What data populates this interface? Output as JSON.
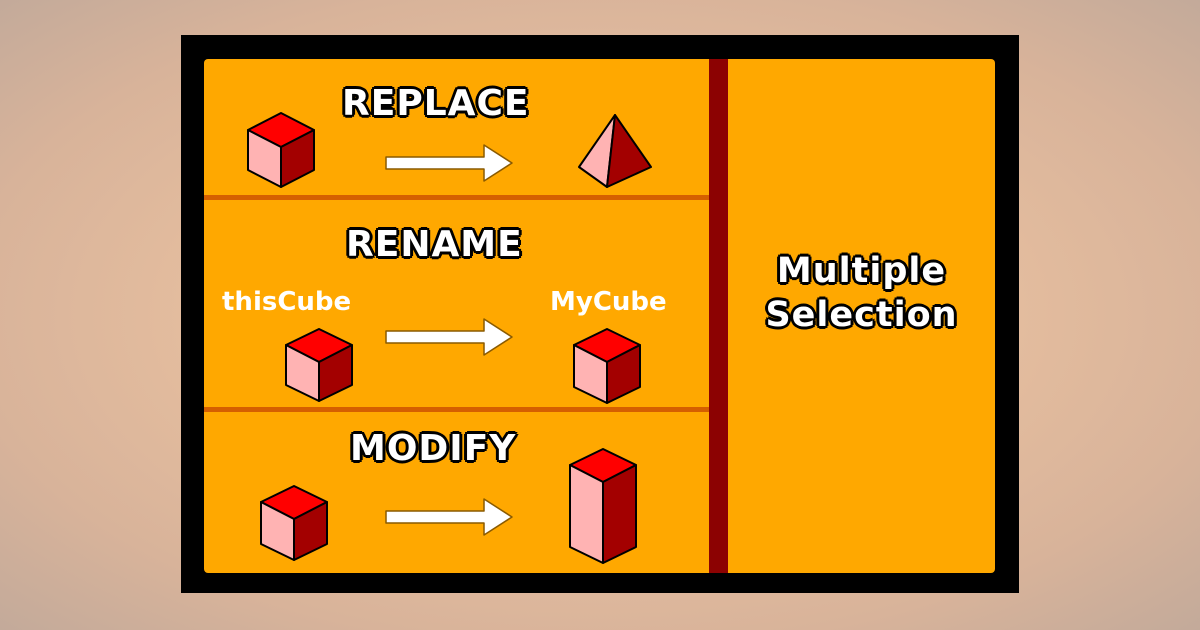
{
  "diagram": {
    "sections": [
      {
        "title": "REPLACE"
      },
      {
        "title": "RENAME",
        "from_label": "thisCube",
        "to_label": "MyCube"
      },
      {
        "title": "MODIFY"
      }
    ],
    "multiple_selection": {
      "line1": "Multiple",
      "line2": "Selection"
    },
    "colors": {
      "panel": "#ffa800",
      "frame": "#000000",
      "divider": "#8c0202",
      "shape_top": "#ff0000",
      "shape_front": "#ffb3b3",
      "shape_side": "#a30000",
      "arrow": "#ffffff"
    },
    "icons": [
      "cube-icon",
      "arrow-right-icon",
      "pyramid-icon",
      "tall-box-icon"
    ]
  }
}
